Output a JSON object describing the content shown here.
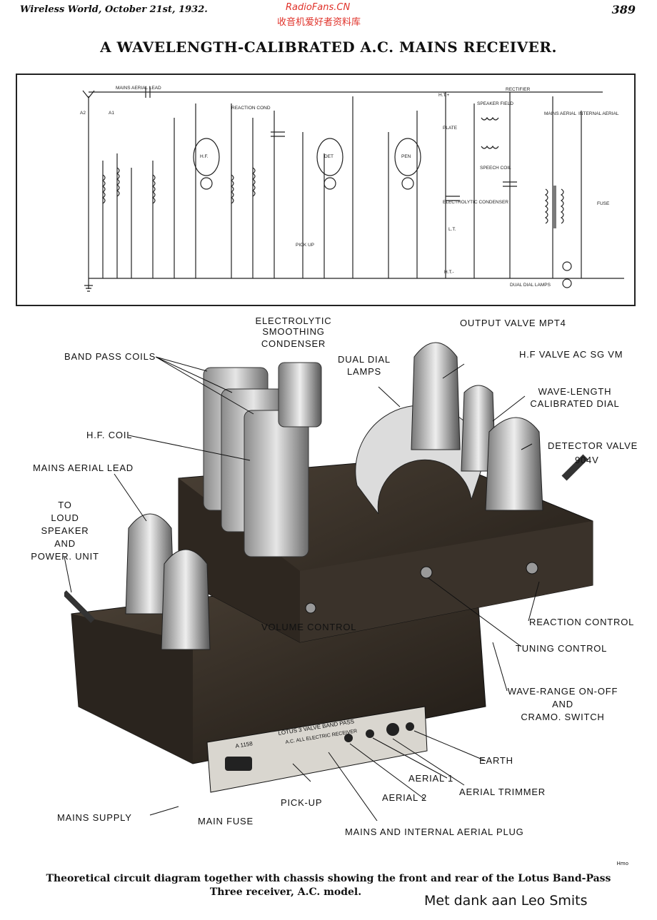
{
  "header": {
    "journal": "Wireless World, October 21st, 1932.",
    "page": "389",
    "watermark_site": "RadioFans.CN",
    "watermark_cn": "收音机爱好者资料库"
  },
  "title": "A WAVELENGTH-CALIBRATED A.C. MAINS RECEIVER.",
  "diagram_labels": {
    "mains_aerial_lead": "MAINS AERIAL LEAD",
    "a2": "A2",
    "a1": "A1",
    "reaction_cond": "REACTION COND",
    "hf": "H.F.",
    "det": "DET",
    "pen": "PEN",
    "ht_plus": "H.T.+",
    "plate": "PLATE",
    "speaker_field": "SPEAKER FIELD",
    "speech_coil": "SPEECH COIL",
    "rectifier": "RECTIFIER",
    "mains_aerial": "MAINS AERIAL",
    "internal_aerial": "INTERNAL AERIAL",
    "electrolytic_condenser": "ELECTROLYTIC CONDENSER",
    "lt": "L.T.",
    "ht_minus": "H.T.-",
    "pick_up": "PICK UP",
    "dual_dial_lamps": "DUAL DIAL LAMPS",
    "fuse": "FUSE"
  },
  "photo_labels": {
    "electrolytic_smoothing": "ELECTROLYTIC  SMOOTHING",
    "condenser": "CONDENSER",
    "output_valve": "OUTPUT  VALVE  MPT4",
    "band_pass_coils": "BAND  PASS  COILS",
    "dual_dial": "DUAL  DIAL",
    "lamps": "LAMPS",
    "hf_valve": "H.F  VALVE  AC SG VM",
    "wave_length": "WAVE-LENGTH",
    "calibrated_dial": "CALIBRATED  DIAL",
    "hf_coil": "H.F.  COIL",
    "detector_valve": "DETECTOR  VALVE",
    "detector_type": "904V",
    "mains_aerial_lead": "MAINS  AERIAL  LEAD",
    "to_loud_speaker": [
      "TO",
      "LOUD  SPEAKER",
      "AND",
      "POWER. UNIT"
    ],
    "volume_control": "VOLUME  CONTROL",
    "reaction_control": "REACTION  CONTROL",
    "tuning_control": "TUNING  CONTROL",
    "wave_range": "WAVE-RANGE    ON-OFF",
    "and": "AND",
    "gramo_switch": "CRAMO.  SWITCH",
    "earth": "EARTH",
    "aerial_1": "AERIAL 1",
    "aerial_2": "AERIAL 2",
    "aerial_trimmer": "AERIAL  TRIMMER",
    "pick_up": "PICK-UP",
    "mains_supply": "MAINS  SUPPLY",
    "main_fuse": "MAIN  FUSE",
    "mains_internal_plug": "MAINS  AND  INTERNAL  AERIAL  PLUG",
    "panel_line1": "LOTUS 3 VALVE BAND PASS",
    "panel_line2": "A.C. ALL ELECTRIC RECEIVER",
    "panel_model": "A 1158"
  },
  "caption": {
    "line1": "Theoretical circuit diagram together with chassis showing the front and rear of the Lotus Band-Pass",
    "line2": "Three receiver, A.C. model."
  },
  "credit": "Met dank aan Leo Smits",
  "initials": "Hmo"
}
